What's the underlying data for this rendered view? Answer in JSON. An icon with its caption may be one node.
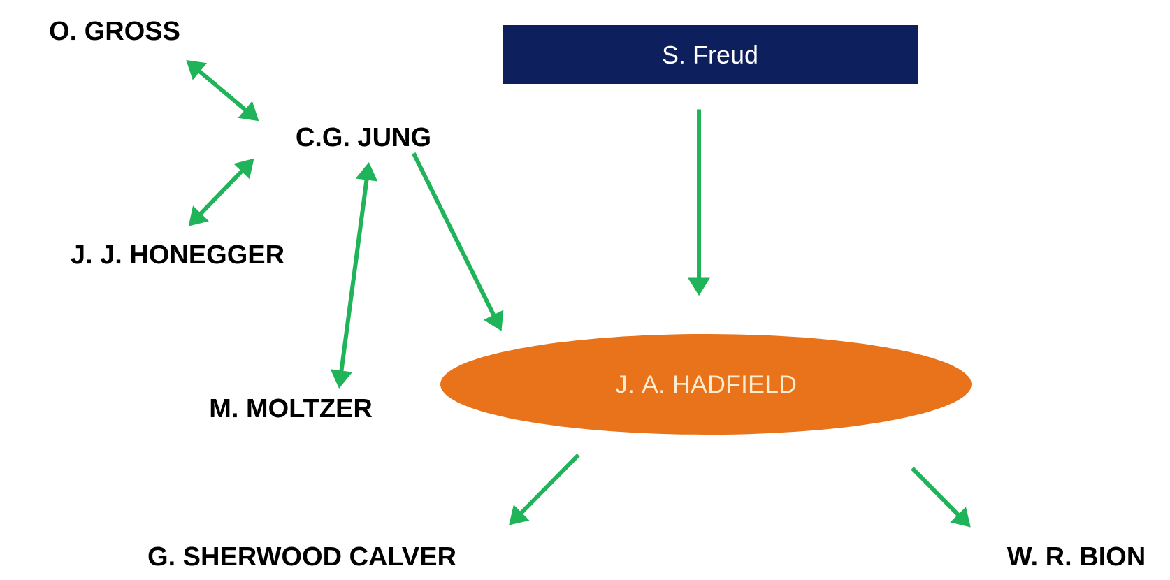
{
  "diagram": {
    "nodes": [
      {
        "text": [
          "O. GROSS"
        ]
      },
      {
        "text": [
          "S. Freud"
        ]
      },
      {
        "text": [
          "C.G. JUNG"
        ]
      },
      {
        "text": [
          "J. J. HONEGGER"
        ]
      },
      {
        "text": [
          "J. A. HADFIELD"
        ]
      },
      {
        "text": [
          "M. MOLTZER"
        ]
      },
      {
        "text": [
          "G. SHERWOOD CALVER"
        ]
      },
      {
        "text": [
          "W. R. BION"
        ]
      }
    ],
    "edges": [
      {
        "from": 0,
        "to": 2,
        "arrow": "both"
      },
      {
        "from": 3,
        "to": 2,
        "arrow": "both"
      },
      {
        "from": 2,
        "to": 5,
        "arrow": "both"
      },
      {
        "from": 2,
        "to": 4,
        "arrow": "to"
      },
      {
        "from": 1,
        "to": 4,
        "arrow": "to"
      },
      {
        "from": 4,
        "to": 6,
        "arrow": "to"
      },
      {
        "from": 4,
        "to": 7,
        "arrow": "to"
      }
    ]
  }
}
